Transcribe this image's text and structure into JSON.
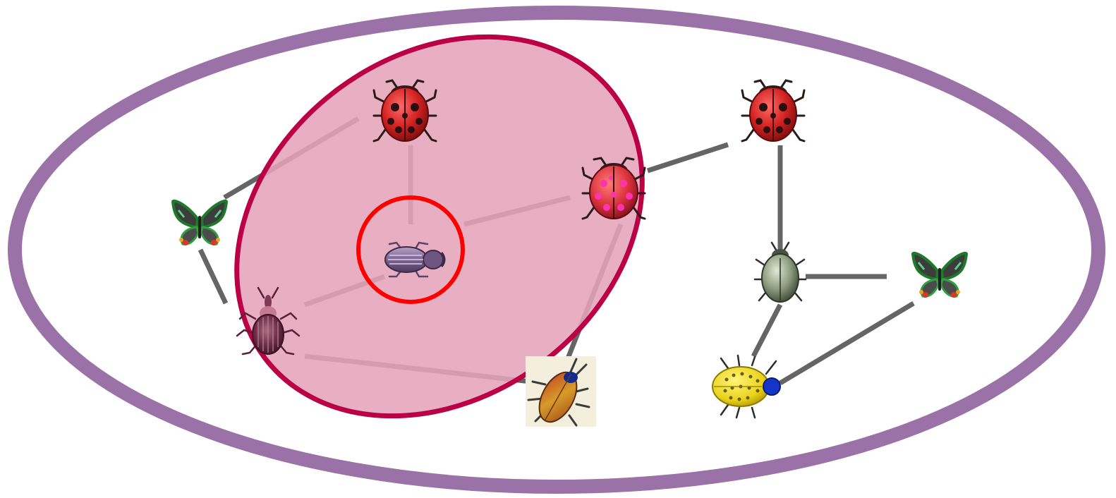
{
  "colors": {
    "outer_region": "#9b72a8",
    "inner_region_fill": "#e5a4bb",
    "inner_region_stroke": "#bb0044",
    "focus_ring": "#ff0000",
    "edge": "#656565",
    "background": "#ffffff"
  },
  "nodes": [
    {
      "id": "ladybug-top",
      "icon": "ladybug-icon"
    },
    {
      "id": "butterfly-left",
      "icon": "butterfly-icon"
    },
    {
      "id": "scarab-center",
      "icon": "scarab-beetle-icon"
    },
    {
      "id": "ladybug-pink",
      "icon": "ladybug-pink-spots-icon"
    },
    {
      "id": "weevil",
      "icon": "weevil-icon"
    },
    {
      "id": "cockroach",
      "icon": "cockroach-icon"
    },
    {
      "id": "ladybug-right",
      "icon": "ladybug-icon"
    },
    {
      "id": "green-beetle",
      "icon": "green-beetle-icon"
    },
    {
      "id": "butterfly-right",
      "icon": "butterfly-icon"
    },
    {
      "id": "yellow-beetle",
      "icon": "yellow-spotted-beetle-icon"
    }
  ],
  "edges": [
    [
      "butterfly-left",
      "ladybug-top"
    ],
    [
      "butterfly-left",
      "weevil"
    ],
    [
      "ladybug-top",
      "scarab-center"
    ],
    [
      "scarab-center",
      "ladybug-pink"
    ],
    [
      "scarab-center",
      "weevil"
    ],
    [
      "weevil",
      "cockroach"
    ],
    [
      "ladybug-pink",
      "cockroach"
    ],
    [
      "ladybug-pink",
      "ladybug-right"
    ],
    [
      "ladybug-right",
      "green-beetle"
    ],
    [
      "green-beetle",
      "butterfly-right"
    ],
    [
      "green-beetle",
      "yellow-beetle"
    ],
    [
      "butterfly-right",
      "yellow-beetle"
    ]
  ],
  "highlighted_group": [
    "ladybug-top",
    "scarab-center",
    "ladybug-pink",
    "weevil"
  ],
  "focus_node": "scarab-center"
}
